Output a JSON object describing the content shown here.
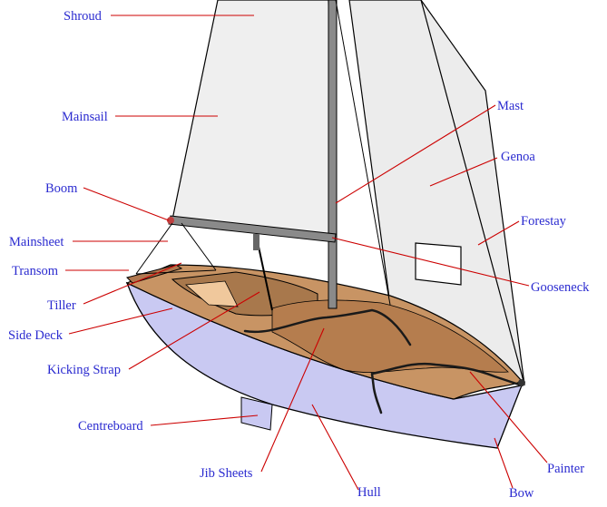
{
  "diagram": {
    "colors": {
      "label_text": "#2b2bd0",
      "leader_line": "#cc0000",
      "hull": "#c9c9f2",
      "deck": "#c89464",
      "sail": "#efefef",
      "spar": "#8a8a8a",
      "outline": "#000000"
    },
    "labels": {
      "shroud": "Shroud",
      "mainsail": "Mainsail",
      "boom": "Boom",
      "mainsheet": "Mainsheet",
      "transom": "Transom",
      "tiller": "Tiller",
      "side_deck": "Side Deck",
      "kicking_strap": "Kicking Strap",
      "centreboard": "Centreboard",
      "jib_sheets": "Jib Sheets",
      "hull": "Hull",
      "bow": "Bow",
      "painter": "Painter",
      "gooseneck": "Gooseneck",
      "forestay": "Forestay",
      "genoa": "Genoa",
      "mast": "Mast"
    }
  }
}
